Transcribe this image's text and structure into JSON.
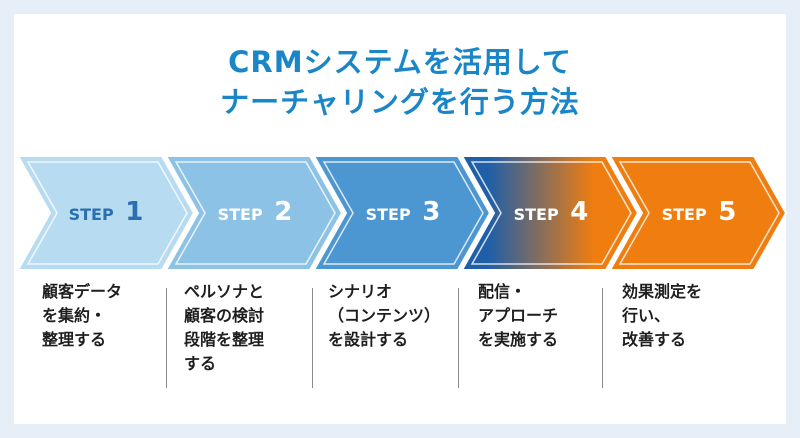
{
  "title": {
    "line1": "CRMシステムを活用して",
    "line2": "ナーチャリングを行う方法"
  },
  "colors": {
    "title": "#1a86c8",
    "step1": "#b7dbf0",
    "step2": "#8cc2e6",
    "step3": "#4c96d2",
    "step4_start": "#1f5fa8",
    "step4_end": "#f07d0f",
    "step5": "#f07d0f"
  },
  "steps": [
    {
      "label": "STEP",
      "number": "1",
      "description": "顧客データ\nを集約・\n整理する"
    },
    {
      "label": "STEP",
      "number": "2",
      "description": "ペルソナと\n顧客の検討\n段階を整理\nする"
    },
    {
      "label": "STEP",
      "number": "3",
      "description": "シナリオ\n（コンテンツ）\nを設計する"
    },
    {
      "label": "STEP",
      "number": "4",
      "description": "配信・\nアプローチ\nを実施する"
    },
    {
      "label": "STEP",
      "number": "5",
      "description": "効果測定を\n行い、\n改善する"
    }
  ]
}
